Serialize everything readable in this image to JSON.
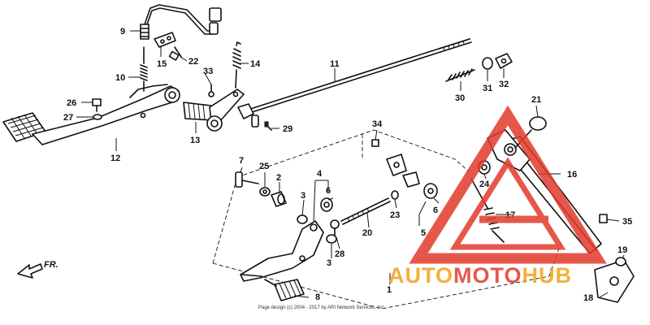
{
  "callouts": {
    "c1": "1",
    "c2": "2",
    "c3a": "3",
    "c3b": "3",
    "c4": "4",
    "c5": "5",
    "c6a": "6",
    "c6b": "6",
    "c7": "7",
    "c8": "8",
    "c9": "9",
    "c10": "10",
    "c11": "11",
    "c12": "12",
    "c13": "13",
    "c14": "14",
    "c15": "15",
    "c16": "16",
    "c17": "17",
    "c18": "18",
    "c19": "19",
    "c20": "20",
    "c21": "21",
    "c22": "22",
    "c23": "23",
    "c24": "24",
    "c25": "25",
    "c26": "26",
    "c27": "27",
    "c28": "28",
    "c29": "29",
    "c30": "30",
    "c31": "31",
    "c32": "32",
    "c33": "33",
    "c34": "34",
    "c35": "35"
  },
  "direction_label": "FR.",
  "copyright": "Page design (c) 2004 - 2017 by ARI Network Services, Inc.",
  "watermark": {
    "text_a": "AUTO",
    "text_b": "MOTO",
    "text_c": "HUB",
    "color_red": "#e23a2c",
    "color_orange": "#f2a21c"
  }
}
